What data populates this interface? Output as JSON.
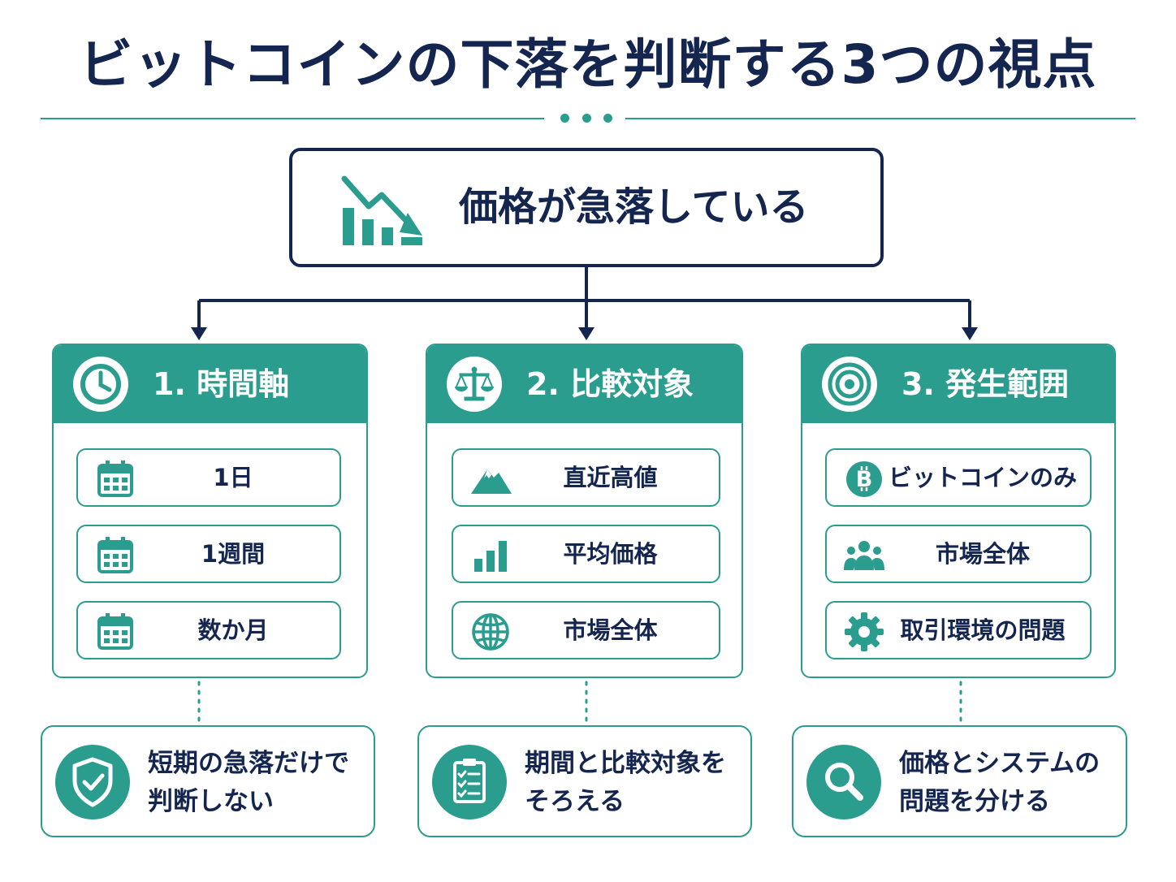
{
  "title": "ビットコインの下落を判断する3つの視点",
  "root": {
    "label": "価格が急落している",
    "icon": "declining-chart-icon"
  },
  "colors": {
    "navy": "#14264f",
    "teal": "#2a9d8f",
    "white": "#ffffff"
  },
  "perspectives": [
    {
      "title": "1. 時間軸",
      "icon": "clock-icon",
      "items": [
        {
          "label": "1日",
          "icon": "calendar-icon"
        },
        {
          "label": "1週間",
          "icon": "calendar-icon"
        },
        {
          "label": "数か月",
          "icon": "calendar-icon"
        }
      ],
      "takeaway": {
        "lines": [
          "短期の急落だけで",
          "判断しない"
        ],
        "icon": "shield-check-icon"
      }
    },
    {
      "title": "2. 比較対象",
      "icon": "scales-icon",
      "items": [
        {
          "label": "直近高値",
          "icon": "mountain-icon"
        },
        {
          "label": "平均価格",
          "icon": "bar-chart-icon"
        },
        {
          "label": "市場全体",
          "icon": "globe-icon"
        }
      ],
      "takeaway": {
        "lines": [
          "期間と比較対象を",
          "そろえる"
        ],
        "icon": "clipboard-checklist-icon"
      }
    },
    {
      "title": "3. 発生範囲",
      "icon": "target-icon",
      "items": [
        {
          "label": "ビットコインのみ",
          "icon": "bitcoin-icon"
        },
        {
          "label": "市場全体",
          "icon": "people-group-icon"
        },
        {
          "label": "取引環境の問題",
          "icon": "gear-icon"
        }
      ],
      "takeaway": {
        "lines": [
          "価格とシステムの",
          "問題を分ける"
        ],
        "icon": "magnifier-icon"
      }
    }
  ]
}
